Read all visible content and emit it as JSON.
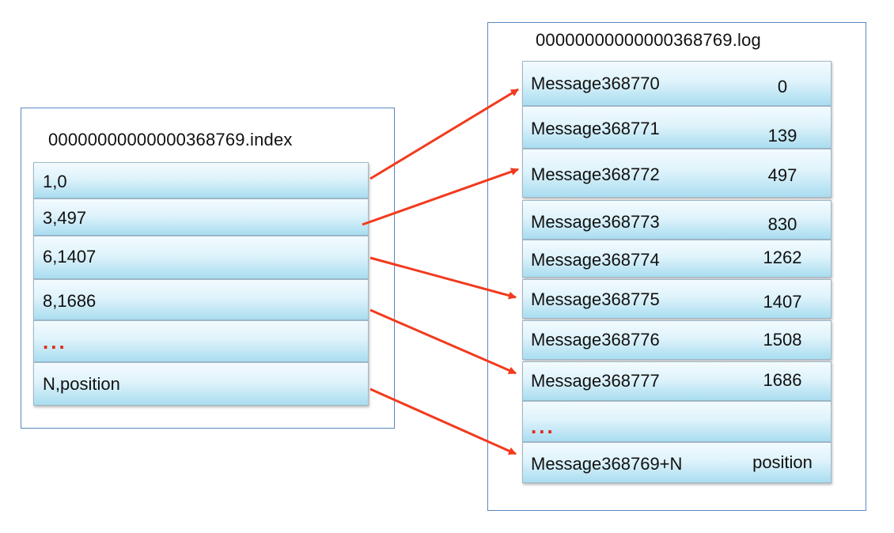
{
  "index_file": {
    "title": "00000000000000368769.index",
    "entries": [
      "1,0",
      "3,497",
      "6,1407",
      "8,1686",
      "...",
      "N,position"
    ]
  },
  "log_file": {
    "title": "00000000000000368769.log",
    "messages": [
      {
        "name": "Message368770",
        "offset": "0"
      },
      {
        "name": "Message368771",
        "offset": "139"
      },
      {
        "name": "Message368772",
        "offset": "497"
      },
      {
        "name": "Message368773",
        "offset": "830"
      },
      {
        "name": "Message368774",
        "offset": "1262"
      },
      {
        "name": "Message368775",
        "offset": "1407"
      },
      {
        "name": "Message368776",
        "offset": "1508"
      },
      {
        "name": "Message368777",
        "offset": "1686"
      },
      {
        "name": "...",
        "offset": ""
      },
      {
        "name": "Message368769+N",
        "offset": "position"
      }
    ]
  },
  "colors": {
    "arrow": "#f23a1d",
    "panel_border": "#5b86c2",
    "ellipsis": "#e3281b",
    "cell_fill": "#c8ebf8"
  }
}
